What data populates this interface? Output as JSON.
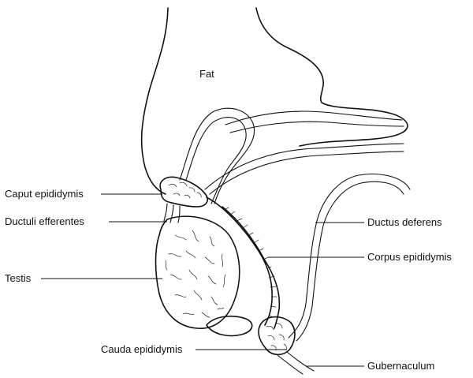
{
  "labels": {
    "fat": "Fat",
    "caput": "Caput epididymis",
    "ductuli": "Ductuli efferentes",
    "testis": "Testis",
    "cauda": "Cauda epididymis",
    "ductus": "Ductus deferens",
    "corpus": "Corpus epididymis",
    "gubernaculum": "Gubernaculum"
  },
  "colors": {
    "ink": "#111111",
    "background": "#ffffff"
  }
}
